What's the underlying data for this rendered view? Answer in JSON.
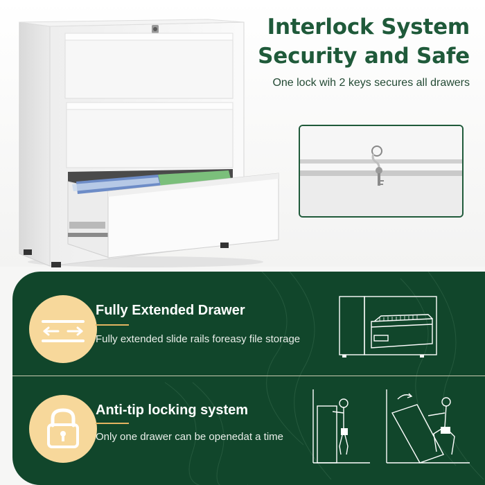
{
  "headline": {
    "line1": "Interlock System",
    "line2": "Security and Safe",
    "subtitle": "One lock wih 2 keys secures all drawers"
  },
  "features": [
    {
      "title": "Fully Extended Drawer",
      "description": "Fully extended slide rails foreasy file storage",
      "icon": "double-arrow-icon"
    },
    {
      "title": "Anti-tip locking system",
      "description": "Only one drawer can be openedat a time",
      "icon": "padlock-icon"
    }
  ],
  "colors": {
    "brand_green": "#1f5a3a",
    "panel_green": "#11462b",
    "icon_circle": "#f7d89b",
    "accent_line": "#e3b461"
  }
}
